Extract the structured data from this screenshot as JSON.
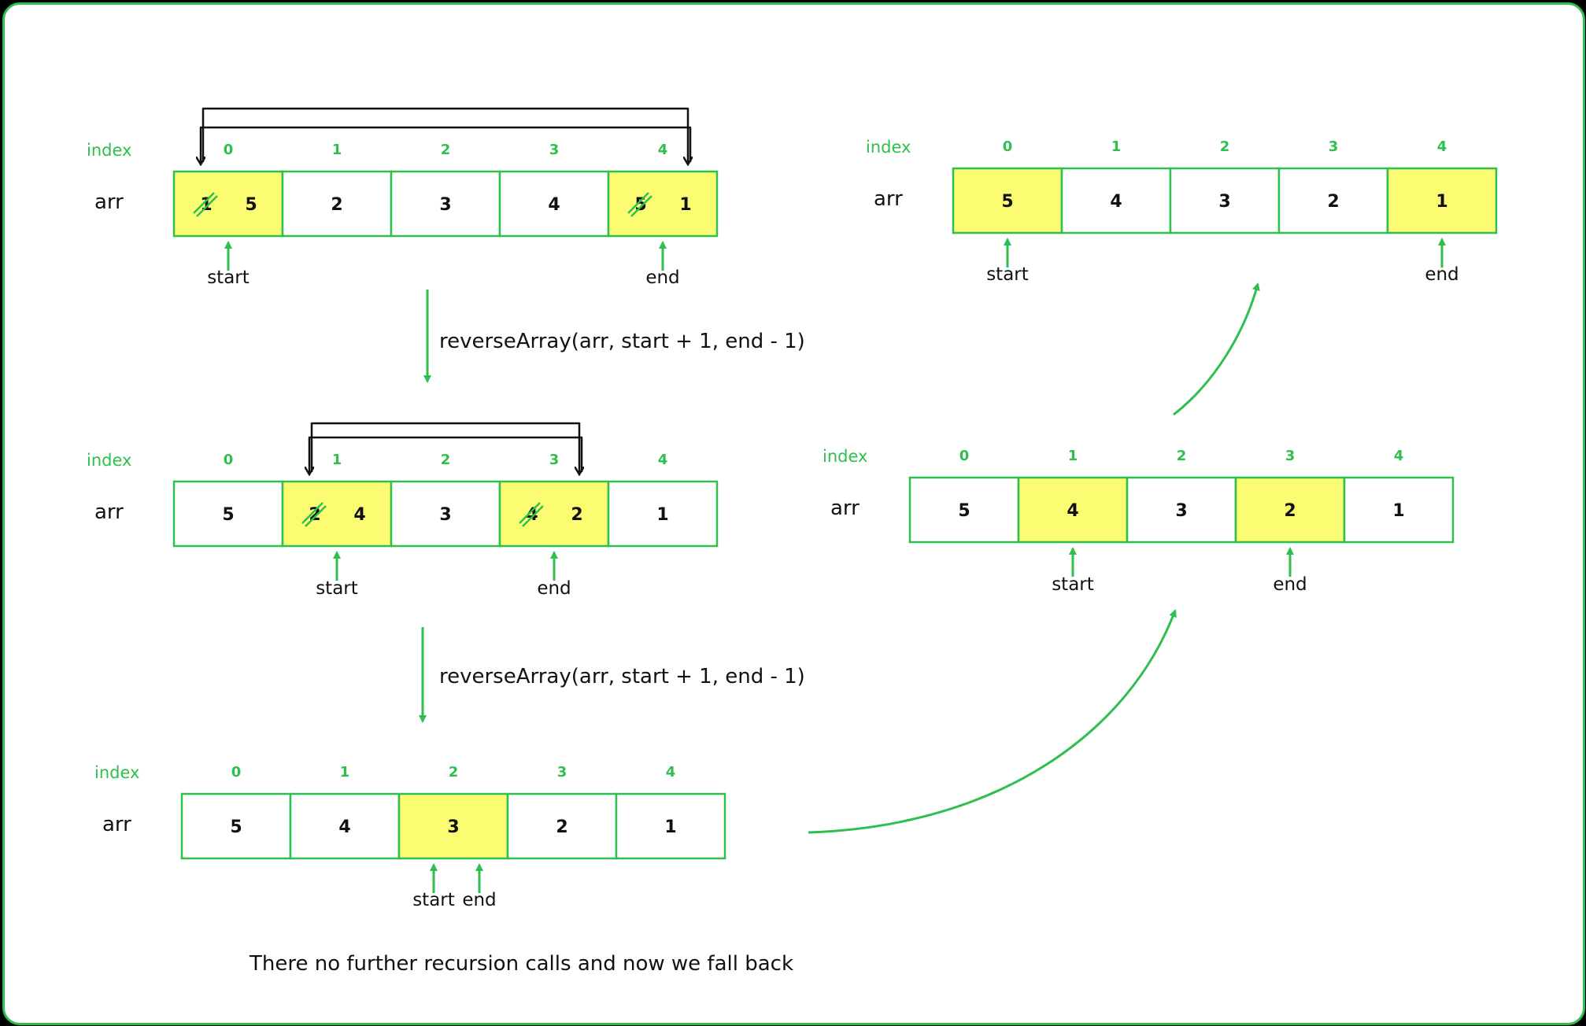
{
  "labels": {
    "index": "index",
    "arr": "arr",
    "start": "start",
    "end": "end"
  },
  "colors": {
    "green": "#2fbf4f",
    "highlight": "#fcfc72",
    "cell_border": "#2fbf4f",
    "swap_arrow": "#111111"
  },
  "stages": [
    {
      "indices": [
        "0",
        "1",
        "2",
        "3",
        "4"
      ],
      "cells": [
        {
          "old": "1",
          "value": "5",
          "highlight": true
        },
        {
          "value": "2",
          "highlight": false
        },
        {
          "value": "3",
          "highlight": false
        },
        {
          "value": "4",
          "highlight": false
        },
        {
          "old": "5",
          "value": "1",
          "highlight": true
        }
      ]
    },
    {
      "indices": [
        "0",
        "1",
        "2",
        "3",
        "4"
      ],
      "cells": [
        {
          "value": "5",
          "highlight": false
        },
        {
          "old": "2",
          "value": "4",
          "highlight": true
        },
        {
          "value": "3",
          "highlight": false
        },
        {
          "old": "4",
          "value": "2",
          "highlight": true
        },
        {
          "value": "1",
          "highlight": false
        }
      ]
    },
    {
      "indices": [
        "0",
        "1",
        "2",
        "3",
        "4"
      ],
      "cells": [
        {
          "value": "5",
          "highlight": false
        },
        {
          "value": "4",
          "highlight": false
        },
        {
          "value": "3",
          "highlight": true
        },
        {
          "value": "2",
          "highlight": false
        },
        {
          "value": "1",
          "highlight": false
        }
      ]
    },
    {
      "indices": [
        "0",
        "1",
        "2",
        "3",
        "4"
      ],
      "cells": [
        {
          "value": "5",
          "highlight": false
        },
        {
          "value": "4",
          "highlight": true
        },
        {
          "value": "3",
          "highlight": false
        },
        {
          "value": "2",
          "highlight": true
        },
        {
          "value": "1",
          "highlight": false
        }
      ]
    },
    {
      "indices": [
        "0",
        "1",
        "2",
        "3",
        "4"
      ],
      "cells": [
        {
          "value": "5",
          "highlight": true
        },
        {
          "value": "4",
          "highlight": false
        },
        {
          "value": "3",
          "highlight": false
        },
        {
          "value": "2",
          "highlight": false
        },
        {
          "value": "1",
          "highlight": true
        }
      ]
    }
  ],
  "recursive_call": "reverseArray(arr, start + 1, end - 1)",
  "note": "There no further recursion calls and now we fall back"
}
